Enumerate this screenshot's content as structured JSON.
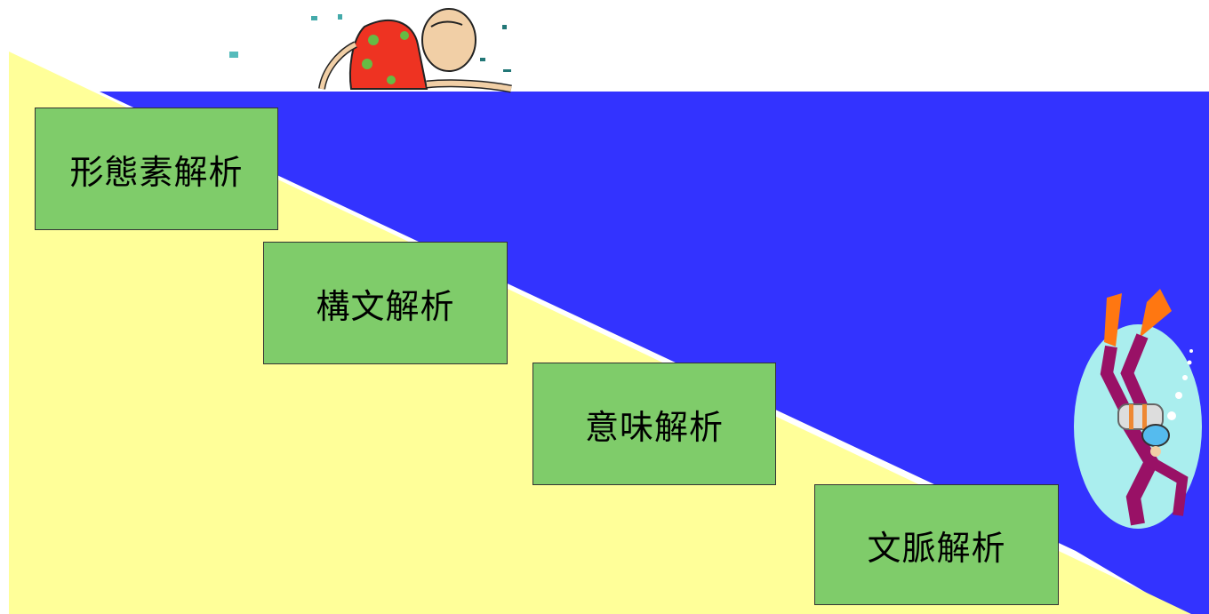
{
  "steps": [
    {
      "label": "形態素解析"
    },
    {
      "label": "構文解析"
    },
    {
      "label": "意味解析"
    },
    {
      "label": "文脈解析"
    }
  ],
  "colors": {
    "sea": "#3333ff",
    "sand": "#ffff99",
    "box_fill": "#7fcc6a",
    "box_border": "#333333"
  },
  "icons": {
    "swimmer": "swimmer-icon",
    "diver": "scuba-diver-icon"
  }
}
